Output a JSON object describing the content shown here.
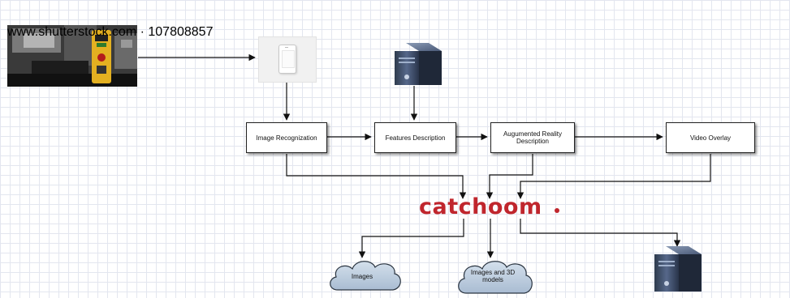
{
  "nodes": {
    "image_recognization": "Image Recognization",
    "features_description": "Features Description",
    "augmented_reality_description": "Augumented Reality Description",
    "video_overlay": "Video Overlay"
  },
  "brand": {
    "name": "catchoom",
    "color": "#c0262d"
  },
  "clouds": {
    "images": "Images",
    "images_3d": "Images and 3D models"
  },
  "photo": {
    "caption": "www.shutterstock.com · 107808857"
  },
  "icons": [
    "camera-photo-icon",
    "smartphone-icon",
    "server-icon",
    "cloud-icon"
  ],
  "colors": {
    "edge": "#111111",
    "server_body": "#3d4d63",
    "cloud_fill": "#b7c7da"
  }
}
